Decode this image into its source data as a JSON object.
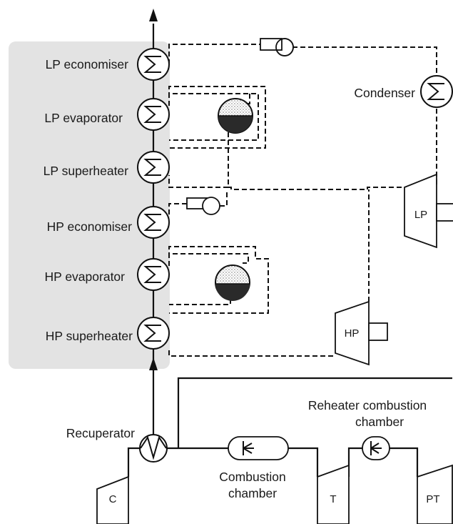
{
  "hrsg": {
    "sections": [
      {
        "label": "LP economiser"
      },
      {
        "label": "LP evaporator"
      },
      {
        "label": "LP superheater"
      },
      {
        "label": "HP economiser"
      },
      {
        "label": "HP evaporator"
      },
      {
        "label": "HP superheater"
      }
    ]
  },
  "steam_side": {
    "condenser": "Condenser",
    "lp_turbine": "LP",
    "hp_turbine": "HP"
  },
  "gas_turbine": {
    "recuperator": "Recuperator",
    "combustion_chamber_line1": "Combustion",
    "combustion_chamber_line2": "chamber",
    "reheater_line1": "Reheater combustion",
    "reheater_line2": "chamber",
    "compressor": "C",
    "turbine": "T",
    "power_turbine": "PT"
  },
  "colors": {
    "hrsg_panel": "#e3e3e3",
    "lines": "#111111",
    "drum_water": "#2a2a2a"
  }
}
